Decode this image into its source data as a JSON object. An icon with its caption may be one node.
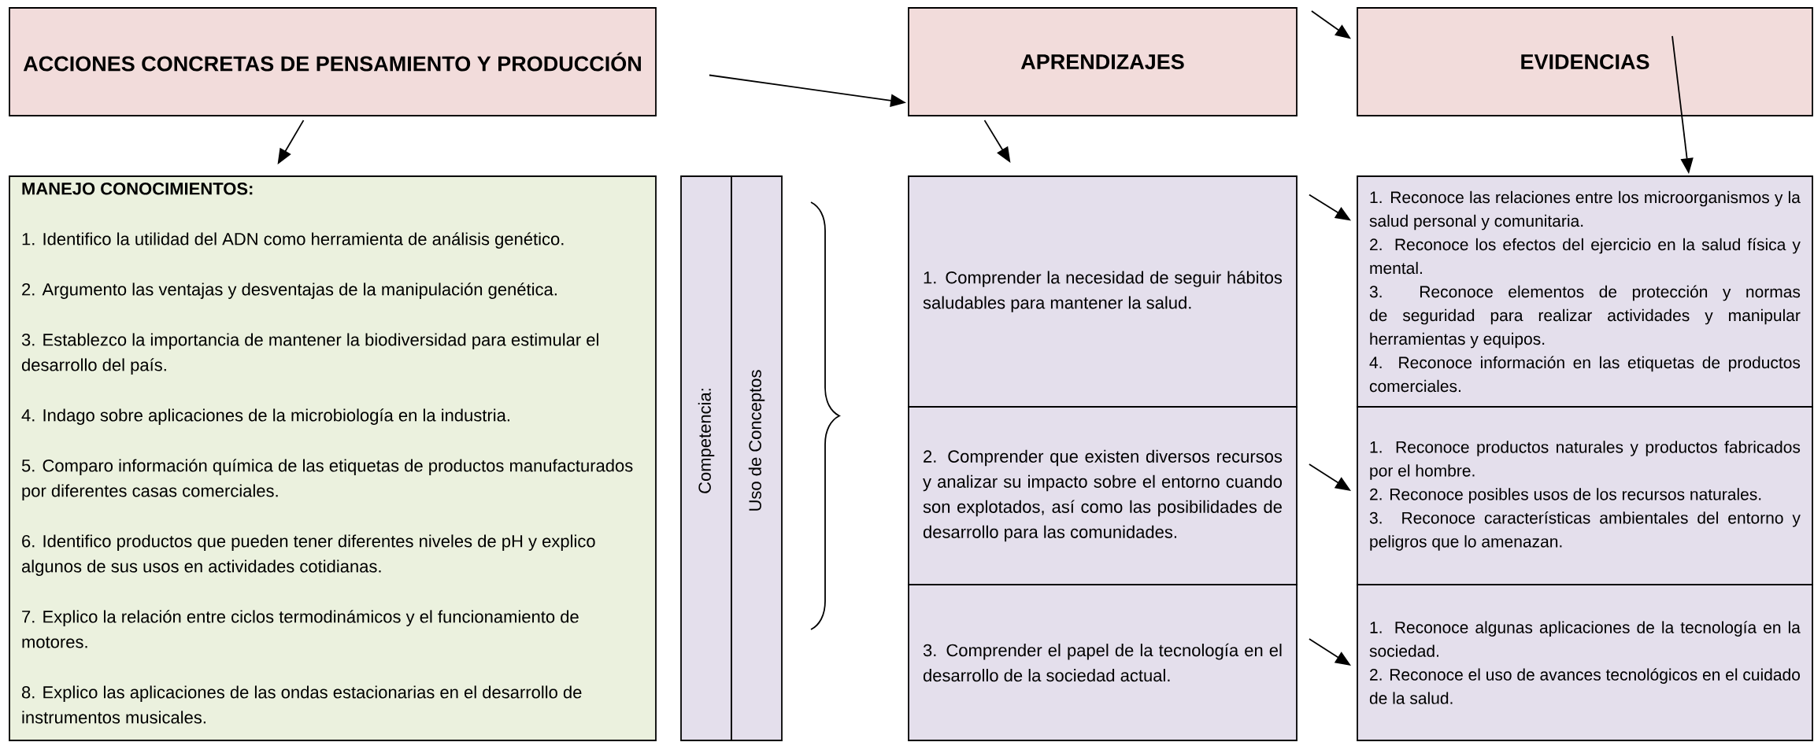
{
  "diagram": {
    "nodes": [
      {
        "text": [
          "ACCIONES CONCRETAS DE PENSAMIENTO Y PRODUCCIÓN"
        ]
      },
      {
        "text": [
          "MANEJO CONOCIMIENTOS:",
          "1. Identifico la utilidad del ADN como herramienta de análisis genético.",
          "2. Argumento las ventajas y desventajas de la manipulación genética.",
          "3. Establezco la importancia de mantener la biodiversidad para estimular el desarrollo del país.",
          "4. Indago sobre aplicaciones de la microbiología en la industria.",
          "5. Comparo información química de las etiquetas de productos manufacturados por diferentes casas comerciales.",
          "6. Identifico productos que pueden tener diferentes niveles de pH y explico algunos de sus usos en actividades cotidianas.",
          "7. Explico la relación entre ciclos termodinámicos y el funcionamiento de motores.",
          "8. Explico las aplicaciones de las ondas estacionarias en el desarrollo de instrumentos musicales."
        ]
      },
      {
        "text": [
          "Competencia:"
        ]
      },
      {
        "text": [
          "Uso de Conceptos"
        ]
      },
      {
        "text": [
          "APRENDIZAJES"
        ]
      },
      {
        "text": [
          "EVIDENCIAS"
        ]
      },
      {
        "text": [
          "1. Comprender la necesidad de seguir hábitos saludables para mantener la salud."
        ]
      },
      {
        "text": [
          "2. Comprender que existen diversos recursos y analizar su impacto sobre el entorno cuando son explotados, así como las posibilidades de desarrollo para las comunidades."
        ]
      },
      {
        "text": [
          "3. Comprender el papel de la tecnología en el desarrollo de la sociedad actual."
        ]
      },
      {
        "text": [
          "1. Reconoce las relaciones entre los microorganismos y la salud personal y comunitaria.",
          "2. Reconoce los efectos del ejercicio en la salud física y mental.",
          "3. Reconoce elementos de protección y normas de seguridad para realizar actividades y manipular herramientas y equipos.",
          "4. Reconoce información en las etiquetas de productos comerciales."
        ]
      },
      {
        "text": [
          "1. Reconoce productos naturales y productos fabricados por el hombre.",
          "2. Reconoce posibles usos de los recursos naturales.",
          "3. Reconoce características ambientales del entorno y peligros que lo amenazan."
        ]
      },
      {
        "text": [
          "1. Reconoce algunas aplicaciones de la tecnología en la sociedad.",
          "2. Reconoce el uso de avances tecnológicos en el cuidado de la salud."
        ]
      }
    ],
    "edges": [
      {
        "from": 0,
        "to": 1,
        "arrow": "to"
      },
      {
        "from": 0,
        "to": 4,
        "arrow": "to"
      },
      {
        "from": 4,
        "to": 5,
        "arrow": "to"
      },
      {
        "from": 4,
        "to": 6,
        "arrow": "to"
      },
      {
        "from": 5,
        "to": 9,
        "arrow": "to"
      },
      {
        "from": 6,
        "to": 9,
        "arrow": "to"
      },
      {
        "from": 7,
        "to": 10,
        "arrow": "to"
      },
      {
        "from": 8,
        "to": 11,
        "arrow": "to"
      }
    ]
  }
}
